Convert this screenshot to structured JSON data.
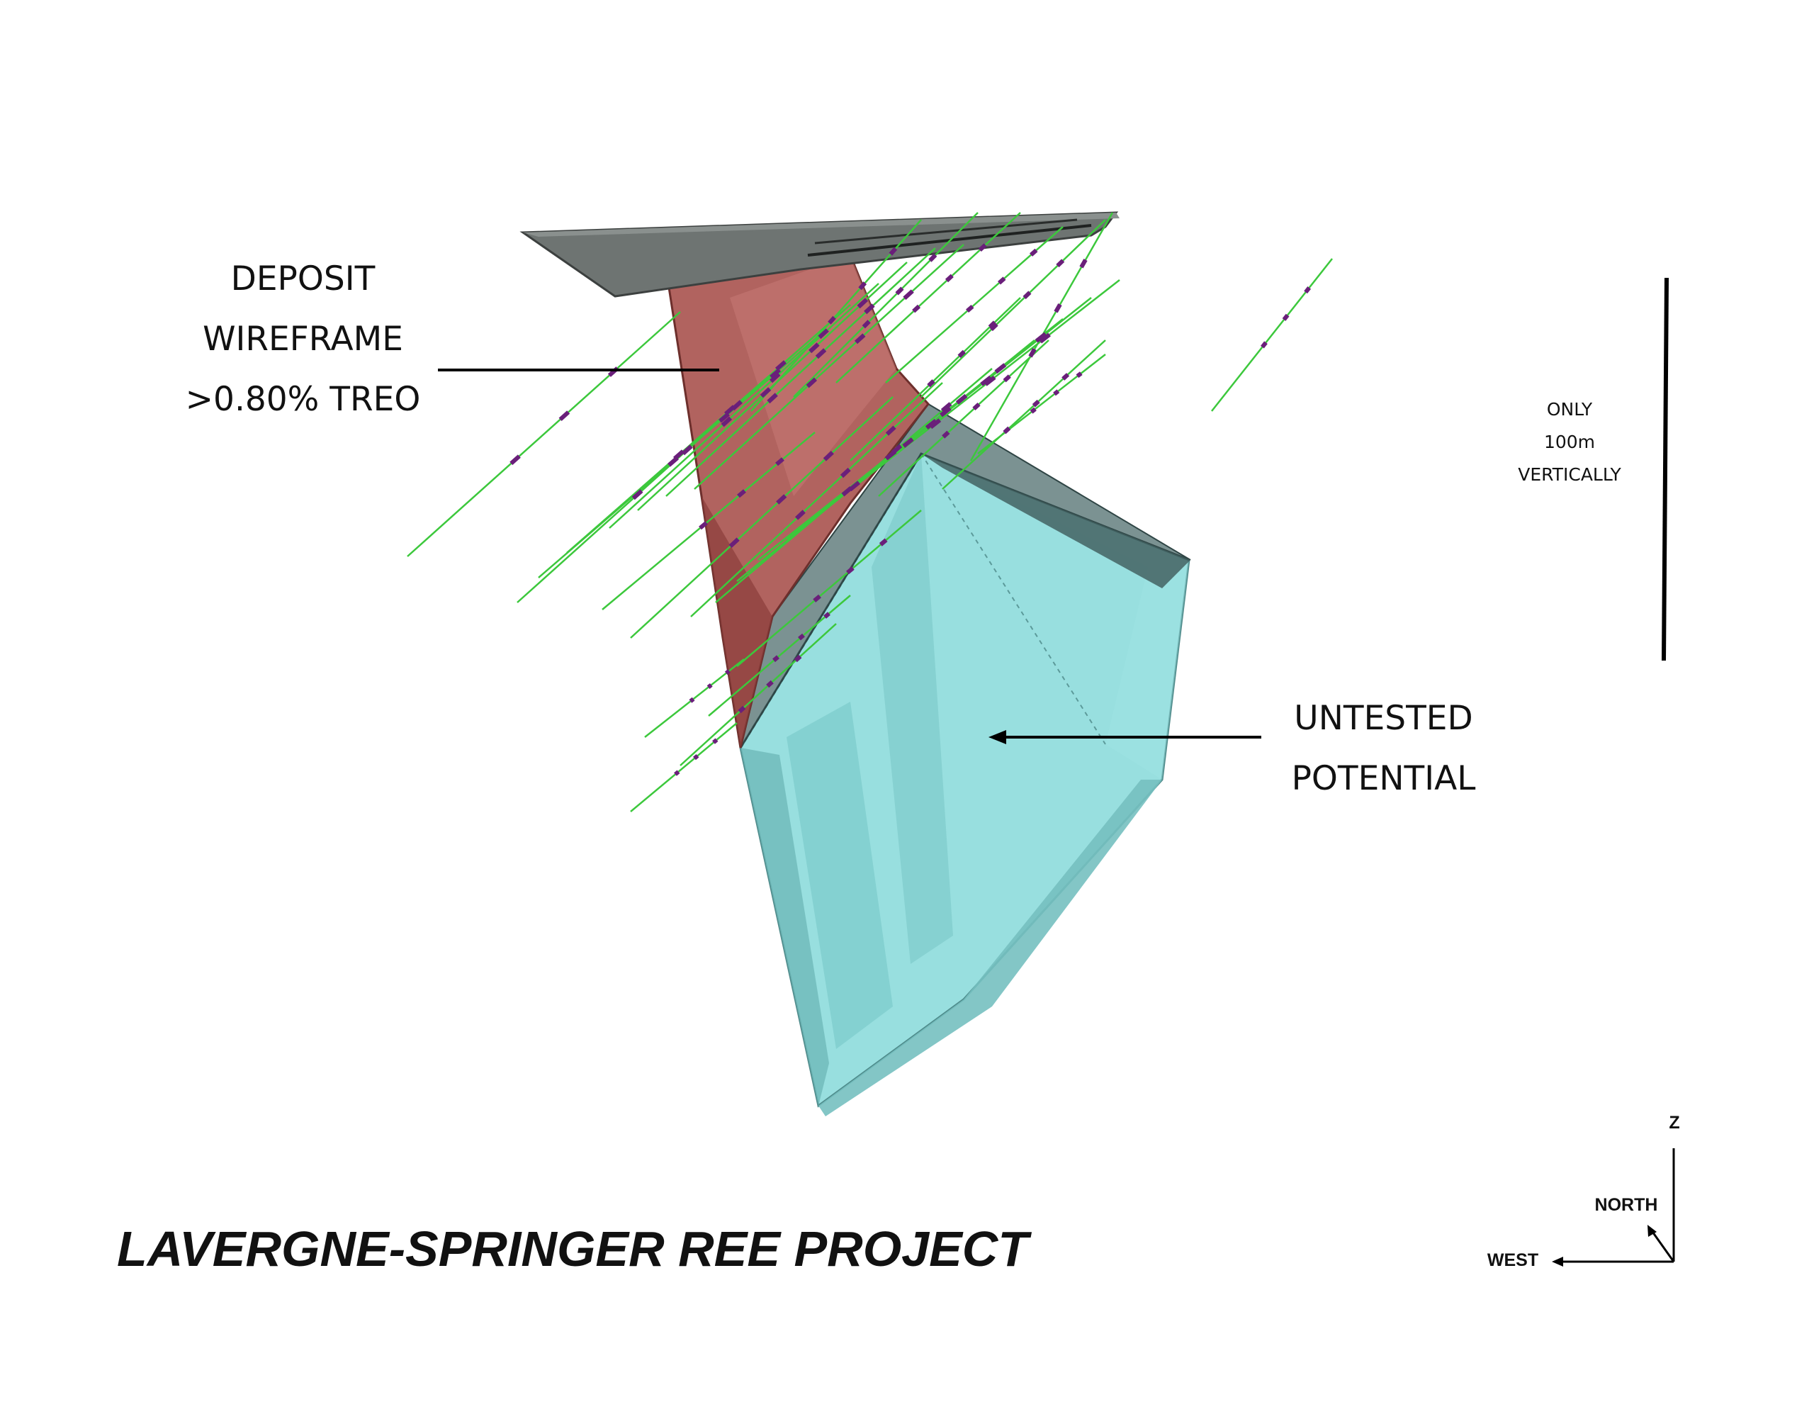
{
  "labels": {
    "deposit": [
      "DEPOSIT",
      "WIREFRAME",
      ">0.80% TREO"
    ],
    "untested": [
      "UNTESTED",
      "POTENTIAL"
    ],
    "scale": [
      "ONLY",
      "100m",
      "VERTICALLY"
    ]
  },
  "title": "LAVERGNE-SPRINGER REE PROJECT",
  "axes": {
    "z": "Z",
    "north": "NORTH",
    "west": "WEST"
  },
  "colors": {
    "deposit": "#a9524e",
    "untested": "#8fdcdc",
    "surface": "#6e7472",
    "drillhole": "#3cc83c",
    "assay": "#6a1f7a"
  }
}
